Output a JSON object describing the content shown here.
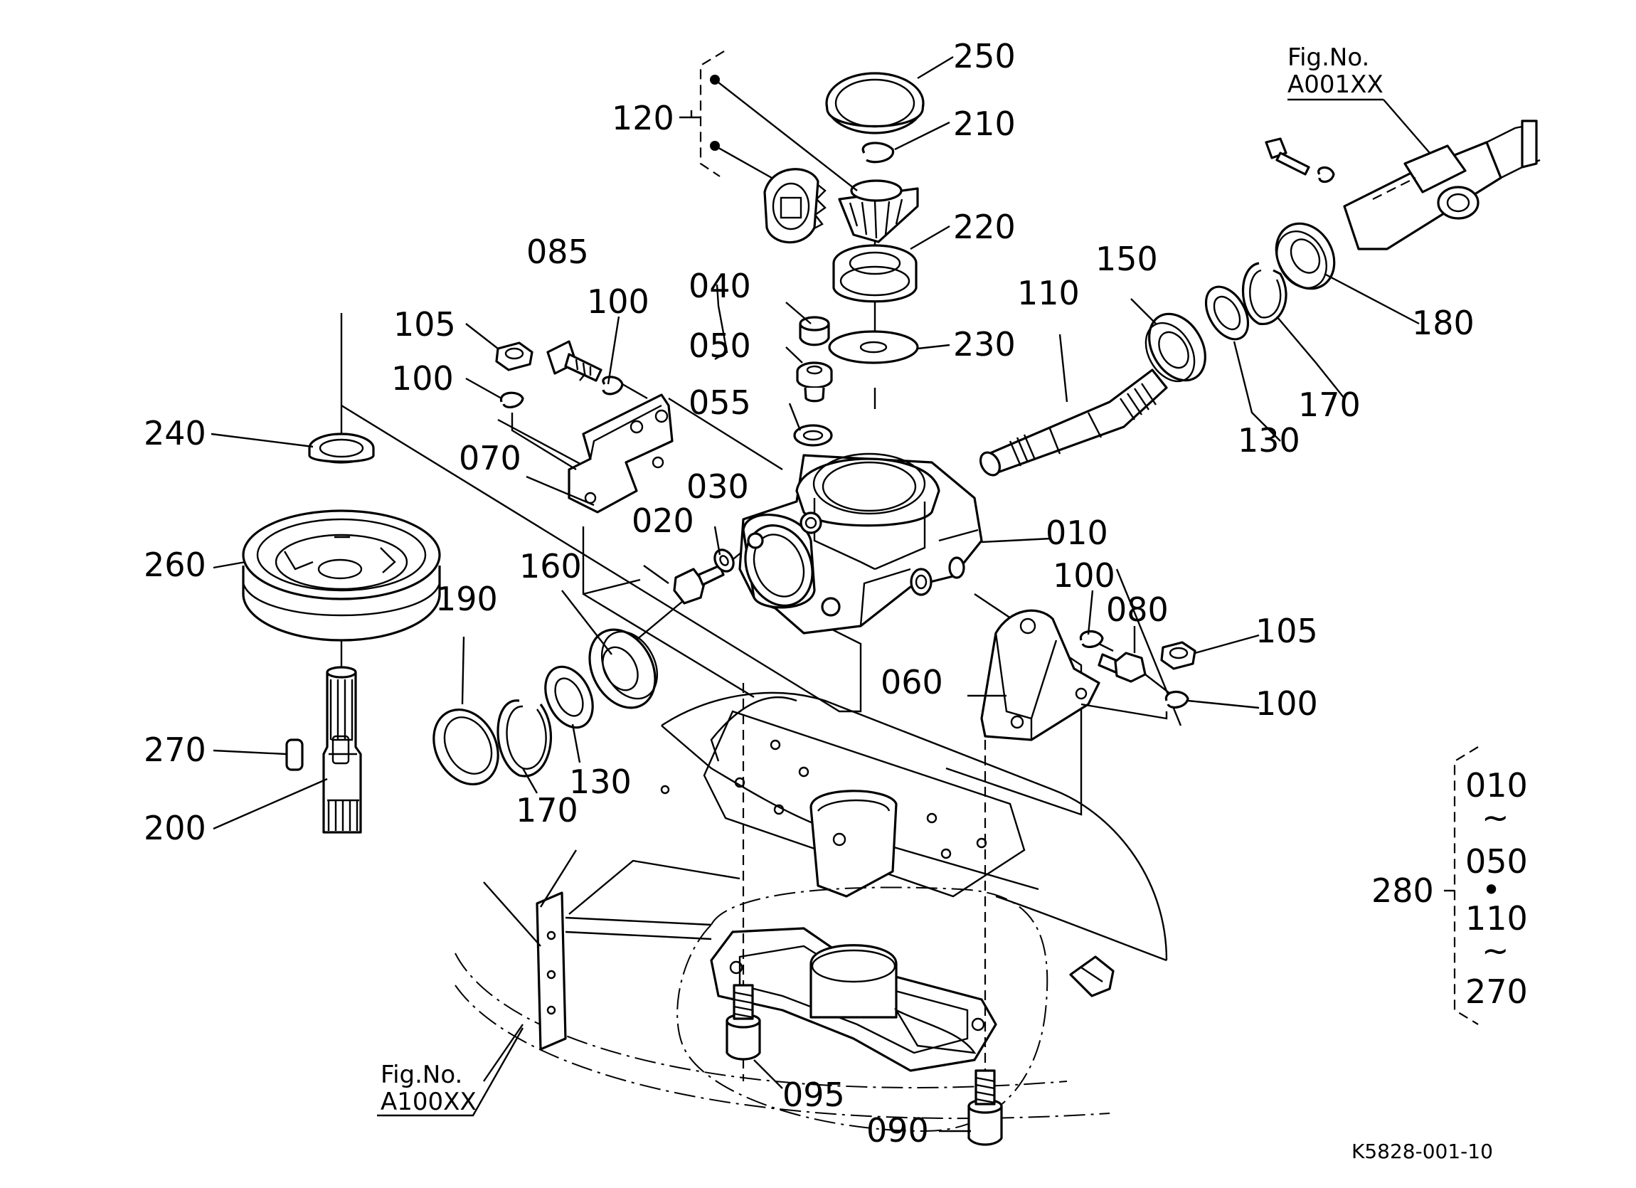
{
  "figure_refs": [
    {
      "fig": "Fig.No.",
      "id": "A001XX"
    },
    {
      "fig": "Fig.No.",
      "id": "A100XX"
    }
  ],
  "callouts": {
    "p010": "010",
    "p020": "020",
    "p030": "030",
    "p040": "040",
    "p050": "050",
    "p055": "055",
    "p060": "060",
    "p070": "070",
    "p080": "080",
    "p085": "085",
    "p090": "090",
    "p095": "095",
    "p100a": "100",
    "p100b": "100",
    "p100c": "100",
    "p100d": "100",
    "p105a": "105",
    "p105b": "105",
    "p110": "110",
    "p120": "120",
    "p130a": "130",
    "p130b": "130",
    "p150": "150",
    "p160": "160",
    "p170a": "170",
    "p170b": "170",
    "p180": "180",
    "p190": "190",
    "p200": "200",
    "p210": "210",
    "p220": "220",
    "p230": "230",
    "p240": "240",
    "p250": "250",
    "p260": "260",
    "p270": "270",
    "p280": "280"
  },
  "assembly_group": {
    "label": "280",
    "rows": [
      "010",
      "~",
      "050",
      "•",
      "110",
      "~",
      "270"
    ]
  },
  "drawing_code": "K5828-001-10"
}
